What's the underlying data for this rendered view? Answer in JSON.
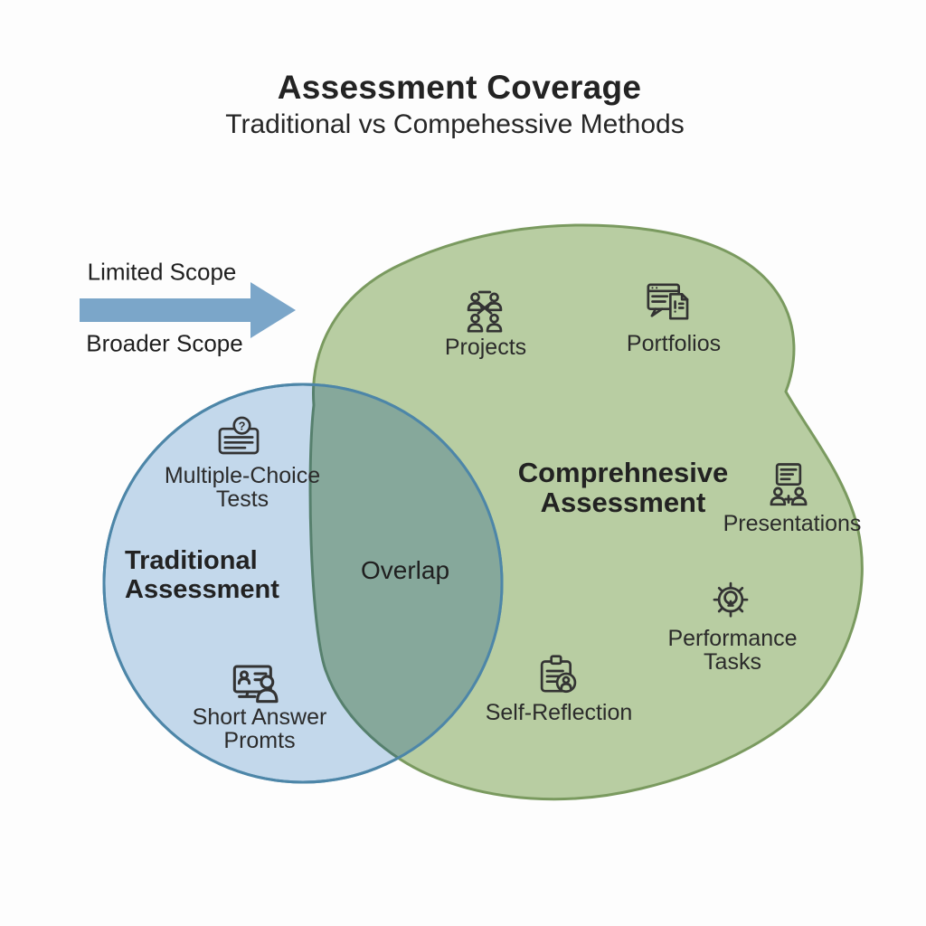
{
  "title": "Assessment Coverage",
  "subtitle": "Traditional vs Compehessive Methods",
  "scope_arrow": {
    "top_label": "Limited Scope",
    "bottom_label": "Broader Scope"
  },
  "overlap": {
    "label": "Overlap"
  },
  "traditional": {
    "heading_lines": [
      "Traditional",
      "Assessment"
    ],
    "items": [
      {
        "lines": [
          "Multiple-Choice",
          "Tests"
        ],
        "icon": "question-card-icon"
      },
      {
        "lines": [
          "Short Answer",
          "Promts"
        ],
        "icon": "monitor-person-icon"
      }
    ]
  },
  "comprehensive": {
    "heading_lines": [
      "Comprehnesive",
      "Assessment"
    ],
    "items": [
      {
        "lines": [
          "Projects"
        ],
        "icon": "team-collaboration-icon"
      },
      {
        "lines": [
          "Portfolios"
        ],
        "icon": "window-chat-document-icon"
      },
      {
        "lines": [
          "Presentations"
        ],
        "icon": "board-presenters-icon"
      },
      {
        "lines": [
          "Performance",
          "Tasks"
        ],
        "icon": "gear-lightbulb-icon"
      },
      {
        "lines": [
          "Self-Reflection"
        ],
        "icon": "clipboard-person-icon"
      }
    ]
  },
  "colors": {
    "arrow": "#7BA6C9",
    "traditional_fill": "#C3D8EB",
    "traditional_stroke": "#4D86A8",
    "comprehensive_fill": "#B8CDA2",
    "comprehensive_stroke": "#7A9A5F",
    "overlap_fill": "#86A89B",
    "overlap_edge": "#56806D",
    "icon_stroke": "#333333"
  }
}
